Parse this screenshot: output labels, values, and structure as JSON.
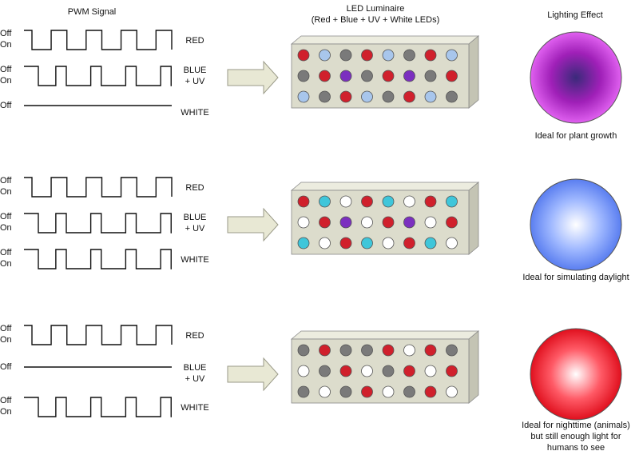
{
  "headers": {
    "pwm": "PWM Signal",
    "luminaire_line1": "LED Luminaire",
    "luminaire_line2": "(Red + Blue + UV + White LEDs)",
    "effect": "Lighting Effect"
  },
  "state_labels": {
    "off": "Off",
    "on": "On"
  },
  "colors": {
    "red": "#d0202c",
    "grey": "#7a7a7a",
    "lightblue": "#a8c6ec",
    "purple": "#7b2fbf",
    "cyan": "#3fc6da",
    "white": "#ffffff",
    "panel_face": "#dcdccc",
    "panel_top": "#ececdf",
    "panel_side": "#c4c4b4",
    "arrow": "#e8e8d4"
  },
  "rows": [
    {
      "signals": [
        {
          "label": "RED",
          "mode": "pulse",
          "phase": 0
        },
        {
          "label": "BLUE\n+ UV",
          "mode": "pulse",
          "phase": 1
        },
        {
          "label": "WHITE",
          "mode": "off"
        }
      ],
      "leds": [
        [
          "red",
          "lightblue",
          "grey",
          "red",
          "lightblue",
          "grey",
          "red",
          "lightblue"
        ],
        [
          "grey",
          "red",
          "purple",
          "grey",
          "red",
          "purple",
          "grey",
          "red"
        ],
        [
          "lightblue",
          "grey",
          "red",
          "lightblue",
          "grey",
          "red",
          "lightblue",
          "grey"
        ]
      ],
      "effect": {
        "center": "#3a2a7a",
        "mid": "#a020b8",
        "edge": "#e060f0"
      },
      "caption": "Ideal for plant growth"
    },
    {
      "signals": [
        {
          "label": "RED",
          "mode": "pulse",
          "phase": 0
        },
        {
          "label": "BLUE\n+ UV",
          "mode": "pulse",
          "phase": 1
        },
        {
          "label": "WHITE",
          "mode": "pulse",
          "phase": 1
        }
      ],
      "leds": [
        [
          "red",
          "cyan",
          "white",
          "red",
          "cyan",
          "white",
          "red",
          "cyan"
        ],
        [
          "white",
          "red",
          "purple",
          "white",
          "red",
          "purple",
          "white",
          "red"
        ],
        [
          "cyan",
          "white",
          "red",
          "cyan",
          "white",
          "red",
          "cyan",
          "white"
        ]
      ],
      "effect": {
        "center": "#ffffff",
        "mid": "#9fb8ff",
        "edge": "#5a7ef0"
      },
      "caption": "Ideal for simulating daylight"
    },
    {
      "signals": [
        {
          "label": "RED",
          "mode": "pulse",
          "phase": 0
        },
        {
          "label": "BLUE\n+ UV",
          "mode": "off"
        },
        {
          "label": "WHITE",
          "mode": "pulse",
          "phase": 1
        }
      ],
      "leds": [
        [
          "grey",
          "red",
          "grey",
          "grey",
          "red",
          "white",
          "red",
          "grey"
        ],
        [
          "white",
          "grey",
          "red",
          "white",
          "grey",
          "red",
          "white",
          "red"
        ],
        [
          "grey",
          "white",
          "grey",
          "red",
          "white",
          "grey",
          "red",
          "white"
        ]
      ],
      "effect": {
        "center": "#ffffff",
        "mid": "#ff5a66",
        "edge": "#e0101e"
      },
      "caption": "Ideal for nighttime (animals)\nbut still enough light for\nhumans to see"
    }
  ]
}
